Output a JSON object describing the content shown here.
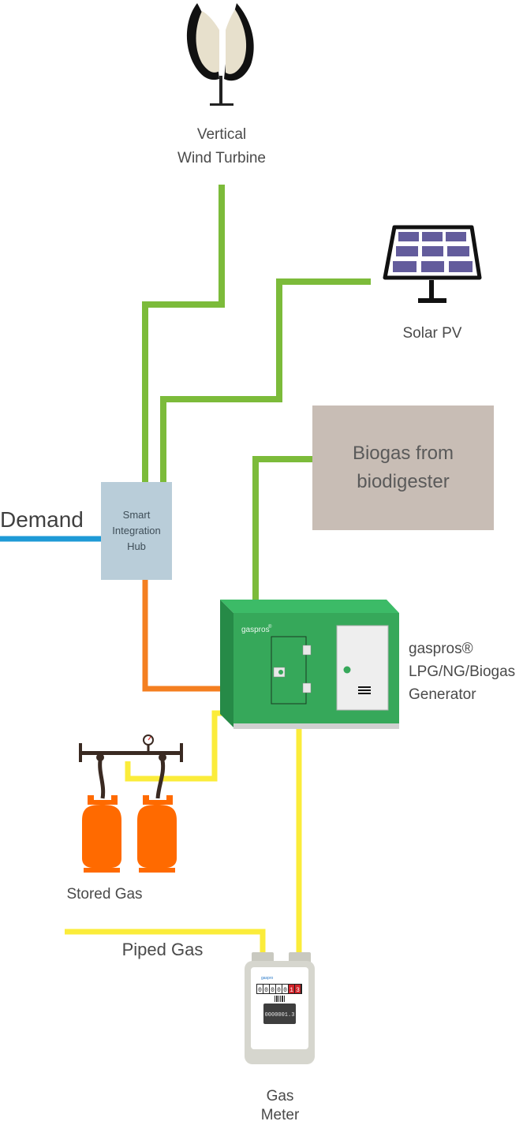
{
  "labels": {
    "wind_turbine": "Vertical\nWind Turbine",
    "solar_pv": "Solar PV",
    "biogas": "Biogas from\nbiodigester",
    "demand": "Demand",
    "hub": "Smart\nIntegration\nHub",
    "generator": "gaspros®\nLPG/NG/Biogas\nGenerator",
    "stored_gas": "Stored Gas",
    "piped_gas": "Piped Gas",
    "gas_meter": "Gas\nMeter"
  },
  "generator_logo": "gaspros",
  "generator_logo_mark": "®",
  "meter": {
    "brand": "gaspro",
    "digits": [
      "0",
      "0",
      "0",
      "0",
      "0",
      "1",
      "3"
    ],
    "red_digit_count": 2,
    "lcd_value": "0000001.3"
  },
  "icons": {
    "wind": "wind-turbine-icon",
    "solar": "solar-panel-icon",
    "generator": "generator-icon",
    "cylinders": "gas-cylinders-icon",
    "meter": "gas-meter-icon"
  },
  "colors": {
    "renewable_line": "#7cbb3a",
    "gas_line": "#fbec3a",
    "power_line": "#f47f20",
    "demand_line": "#1e9ad6",
    "hub_fill": "#b9cdd9",
    "biogas_fill": "#c8bdb5",
    "generator_fill": "#36a85a",
    "cylinder_fill": "#ff6a00"
  }
}
